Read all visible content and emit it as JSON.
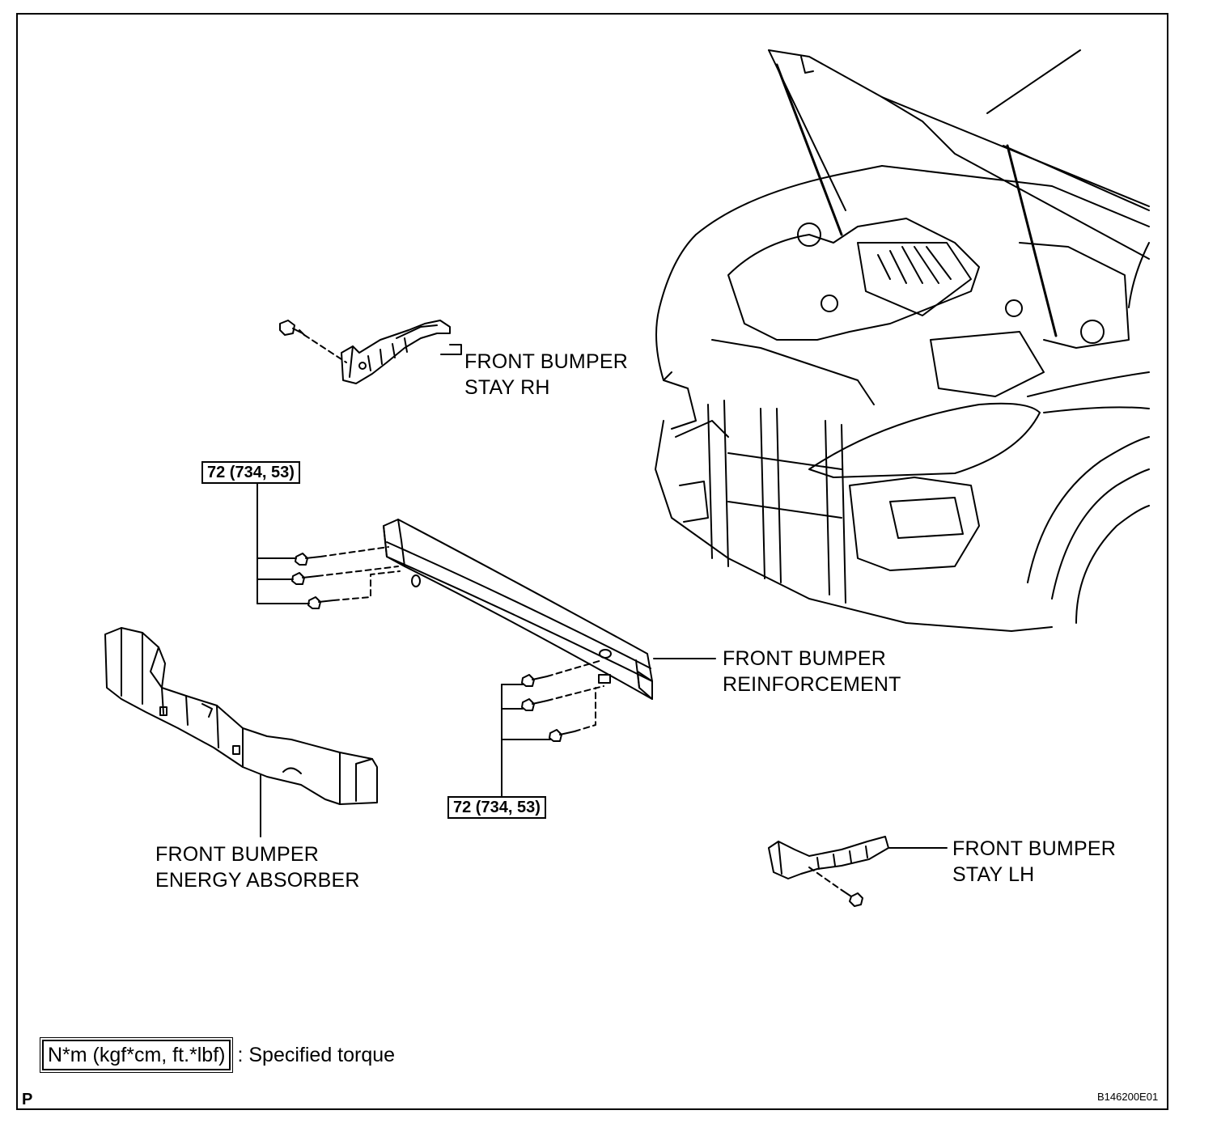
{
  "labels": {
    "stay_rh": [
      "FRONT BUMPER",
      "STAY RH"
    ],
    "reinforcement": [
      "FRONT BUMPER",
      "REINFORCEMENT"
    ],
    "absorber": [
      "FRONT BUMPER",
      "ENERGY ABSORBER"
    ],
    "stay_lh": [
      "FRONT BUMPER",
      "STAY LH"
    ]
  },
  "torque": {
    "upper": "72 (734, 53)",
    "lower": "72 (734, 53)"
  },
  "legend": {
    "unit_box": "N*m (kgf*cm, ft.*lbf)",
    "description": ": Specified torque"
  },
  "corner_letter": "P",
  "figure_code": "B146200E01"
}
